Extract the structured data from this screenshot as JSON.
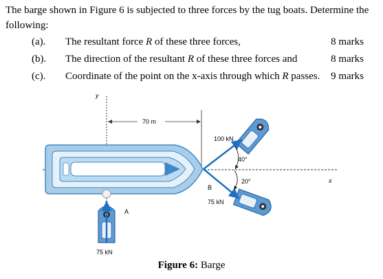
{
  "question": {
    "intro": "The barge shown in Figure 6 is subjected to three forces by the tug boats. Determine the following:",
    "parts": [
      {
        "label": "(a).",
        "text_before": "The resultant force ",
        "var": "R",
        "text_after": " of these three forces,",
        "marks": "8 marks"
      },
      {
        "label": "(b).",
        "text_before": "The direction of the resultant ",
        "var": "R",
        "text_after": " of these three forces and",
        "marks": "8 marks"
      },
      {
        "label": "(c).",
        "text_before": "Coordinate of the point on the x-axis through which ",
        "var": "R",
        "text_after": " passes.",
        "marks": "9 marks"
      }
    ]
  },
  "figure": {
    "y_axis": "y",
    "x_axis": "x",
    "dimension": "70 m",
    "force_100": "100 kN",
    "force_75_right": "75 kN",
    "force_75_bottom": "75 kN",
    "angle_40": "40°",
    "angle_20": "20°",
    "point_a": "A",
    "point_b": "B",
    "caption_bold": "Figure 6:",
    "caption_text": " Barge"
  },
  "colors": {
    "hull_outer": "#a9cde8",
    "hull_inner": "#d6eaf7",
    "hull_stroke": "#3f88c5",
    "tug_body": "#5c9ad3",
    "force_arrow": "#1f6fc2"
  }
}
